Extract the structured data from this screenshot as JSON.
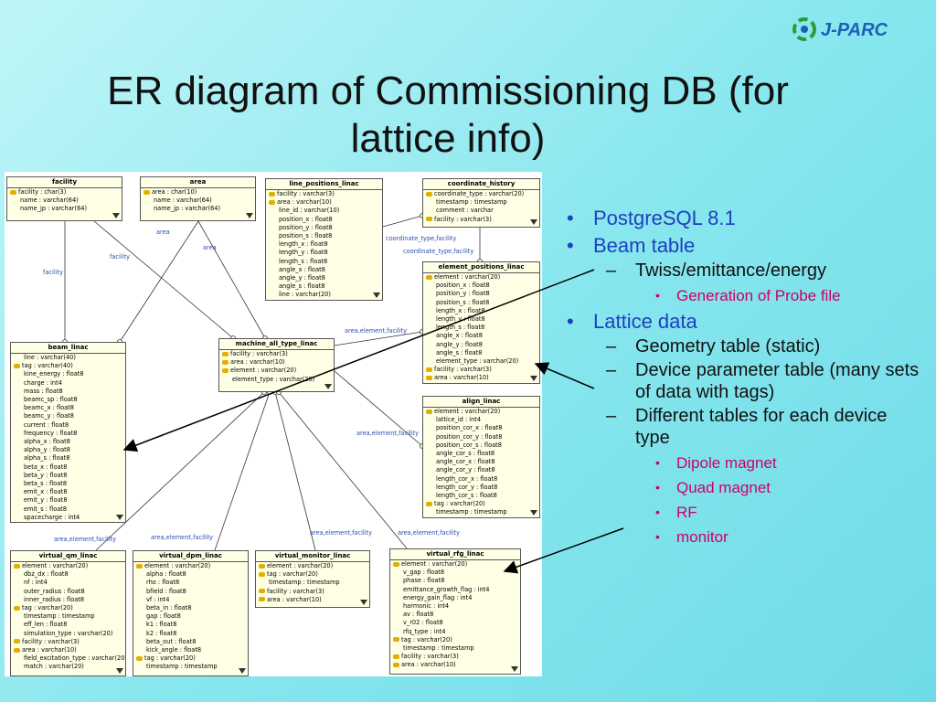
{
  "slide": {
    "title_line1": "ER diagram of Commissioning DB (for",
    "title_line2": "lattice info)",
    "logo_text": "J-PARC"
  },
  "entities": [
    {
      "id": "facility",
      "title": "facility",
      "rows": [
        [
          "k",
          "facility : char(3)"
        ],
        [
          "p",
          "name : varchar(64)"
        ],
        [
          "p",
          "name_jp : varchar(64)"
        ]
      ]
    },
    {
      "id": "area",
      "title": "area",
      "rows": [
        [
          "k",
          "area : char(10)"
        ],
        [
          "p",
          "name : varchar(64)"
        ],
        [
          "p",
          "name_jp : varchar(64)"
        ]
      ]
    },
    {
      "id": "line_positions_linac",
      "title": "line_positions_linac",
      "rows": [
        [
          "k",
          "facility : varchar(3)"
        ],
        [
          "k",
          "area : varchar(10)"
        ],
        [
          "p",
          "line_id : varchar(10)"
        ],
        [
          "p",
          "position_x : float8"
        ],
        [
          "p",
          "position_y : float8"
        ],
        [
          "p",
          "position_s : float8"
        ],
        [
          "p",
          "length_x : float8"
        ],
        [
          "p",
          "length_y : float8"
        ],
        [
          "p",
          "length_s : float8"
        ],
        [
          "p",
          "angle_x : float8"
        ],
        [
          "p",
          "angle_y : float8"
        ],
        [
          "p",
          "angle_s : float8"
        ],
        [
          "p",
          "line : varchar(20)"
        ]
      ]
    },
    {
      "id": "coordinate_history",
      "title": "coordinate_history",
      "rows": [
        [
          "k",
          "coordinate_type : varchar(20)"
        ],
        [
          "p",
          "timestamp : timestamp"
        ],
        [
          "p",
          "comment : varchar"
        ],
        [
          "k",
          "facility : varchar(3)"
        ]
      ]
    },
    {
      "id": "element_positions_linac",
      "title": "element_positions_linac",
      "rows": [
        [
          "k",
          "element : varchar(20)"
        ],
        [
          "p",
          "position_x : float8"
        ],
        [
          "p",
          "position_y : float8"
        ],
        [
          "p",
          "position_s : float8"
        ],
        [
          "p",
          "length_x : float8"
        ],
        [
          "p",
          "length_y : float8"
        ],
        [
          "p",
          "length_s : float8"
        ],
        [
          "p",
          "angle_x : float8"
        ],
        [
          "p",
          "angle_y : float8"
        ],
        [
          "p",
          "angle_s : float8"
        ],
        [
          "p",
          "element_type : varchar(20)"
        ],
        [
          "k",
          "facility : varchar(3)"
        ],
        [
          "k",
          "area : varchar(10)"
        ]
      ]
    },
    {
      "id": "beam_linac",
      "title": "beam_linac",
      "rows": [
        [
          "p",
          "line : varchar(40)"
        ],
        [
          "k",
          "tag : varchar(40)"
        ],
        [
          "p",
          "kine_energy : float8"
        ],
        [
          "p",
          "charge : int4"
        ],
        [
          "p",
          "mass : float8"
        ],
        [
          "p",
          "beamc_sp : float8"
        ],
        [
          "p",
          "beamc_x : float8"
        ],
        [
          "p",
          "beamc_y : float8"
        ],
        [
          "p",
          "current : float8"
        ],
        [
          "p",
          "frequency : float8"
        ],
        [
          "p",
          "alpha_x : float8"
        ],
        [
          "p",
          "alpha_y : float8"
        ],
        [
          "p",
          "alpha_s : float8"
        ],
        [
          "p",
          "beta_x : float8"
        ],
        [
          "p",
          "beta_y : float8"
        ],
        [
          "p",
          "beta_s : float8"
        ],
        [
          "p",
          "emit_x : float8"
        ],
        [
          "p",
          "emit_y : float8"
        ],
        [
          "p",
          "emit_s : float8"
        ],
        [
          "p",
          "spacecharge : int4"
        ]
      ]
    },
    {
      "id": "machine_all_type_linac",
      "title": "machine_all_type_linac",
      "rows": [
        [
          "k",
          "facility : varchar(3)"
        ],
        [
          "k",
          "area : varchar(10)"
        ],
        [
          "k",
          "element : varchar(20)"
        ],
        [
          "p",
          "element_type : varchar(20)"
        ]
      ]
    },
    {
      "id": "align_linac",
      "title": "align_linac",
      "rows": [
        [
          "k",
          "element : varchar(20)"
        ],
        [
          "p",
          "lattice_id : int4"
        ],
        [
          "p",
          "position_cor_x : float8"
        ],
        [
          "p",
          "position_cor_y : float8"
        ],
        [
          "p",
          "position_cor_s : float8"
        ],
        [
          "p",
          "angle_cor_s : float8"
        ],
        [
          "p",
          "angle_cor_x : float8"
        ],
        [
          "p",
          "angle_cor_y : float8"
        ],
        [
          "p",
          "length_cor_x : float8"
        ],
        [
          "p",
          "length_cor_y : float8"
        ],
        [
          "p",
          "length_cor_s : float8"
        ],
        [
          "k",
          "tag : varchar(20)"
        ],
        [
          "p",
          "timestamp : timestamp"
        ]
      ]
    },
    {
      "id": "virtual_qm_linac",
      "title": "virtual_qm_linac",
      "rows": [
        [
          "k",
          "element : varchar(20)"
        ],
        [
          "p",
          "dbz_dx : float8"
        ],
        [
          "p",
          "nf : int4"
        ],
        [
          "p",
          "outer_radius : float8"
        ],
        [
          "p",
          "inner_radius : float8"
        ],
        [
          "k",
          "tag : varchar(20)"
        ],
        [
          "p",
          "timestamp : timestamp"
        ],
        [
          "p",
          "eff_len : float8"
        ],
        [
          "p",
          "simulation_type : varchar(20)"
        ],
        [
          "k",
          "facility : varchar(3)"
        ],
        [
          "k",
          "area : varchar(10)"
        ],
        [
          "p",
          "field_excitation_type : varchar(20)"
        ],
        [
          "p",
          "match : varchar(20)"
        ]
      ]
    },
    {
      "id": "virtual_dpm_linac",
      "title": "virtual_dpm_linac",
      "rows": [
        [
          "k",
          "element : varchar(20)"
        ],
        [
          "p",
          "alpha : float8"
        ],
        [
          "p",
          "rho : float8"
        ],
        [
          "p",
          "bfield : float8"
        ],
        [
          "p",
          "vf : int4"
        ],
        [
          "p",
          "beta_in : float8"
        ],
        [
          "p",
          "gap : float8"
        ],
        [
          "p",
          "k1 : float8"
        ],
        [
          "p",
          "k2 : float8"
        ],
        [
          "p",
          "beta_out : float8"
        ],
        [
          "p",
          "kick_angle : float8"
        ],
        [
          "k",
          "tag : varchar(20)"
        ],
        [
          "p",
          "timestamp : timestamp"
        ]
      ]
    },
    {
      "id": "virtual_monitor_linac",
      "title": "virtual_monitor_linac",
      "rows": [
        [
          "k",
          "element : varchar(20)"
        ],
        [
          "k",
          "tag : varchar(20)"
        ],
        [
          "p",
          "timestamp : timestamp"
        ],
        [
          "k",
          "facility : varchar(3)"
        ],
        [
          "k",
          "area : varchar(10)"
        ]
      ]
    },
    {
      "id": "virtual_rfg_linac",
      "title": "virtual_rfg_linac",
      "rows": [
        [
          "k",
          "element : varchar(20)"
        ],
        [
          "p",
          "v_gap : float8"
        ],
        [
          "p",
          "phase : float8"
        ],
        [
          "p",
          "emittance_growth_flag : int4"
        ],
        [
          "p",
          "energy_gain_flag : int4"
        ],
        [
          "p",
          "harmonic : int4"
        ],
        [
          "p",
          "av : float8"
        ],
        [
          "p",
          "v_r02 : float8"
        ],
        [
          "p",
          "rfq_type : int4"
        ],
        [
          "k",
          "tag : varchar(20)"
        ],
        [
          "p",
          "timestamp : timestamp"
        ],
        [
          "k",
          "facility : varchar(3)"
        ],
        [
          "k",
          "area : varchar(10)"
        ]
      ]
    }
  ],
  "relation_labels": [
    "facility",
    "facility",
    "area",
    "area",
    "coordinate_type,facility",
    "coordinate_type,facility",
    "area,element,facility",
    "area,element,facility",
    "area,element,facility",
    "area,element,facility",
    "area,element,facility",
    "area,element,facility"
  ],
  "bullets": {
    "postgres": "PostgreSQL 8.1",
    "beam_table": "Beam table",
    "twiss": "Twiss/emittance/energy",
    "probe": "Generation of Probe file",
    "lattice": "Lattice data",
    "geometry": "Geometry table (static)",
    "device_param": "Device parameter table (many sets of data with tags)",
    "different_tables": "Different tables for each device type",
    "dipole": "Dipole magnet",
    "quad": "Quad magnet",
    "rf": "RF",
    "monitor": "monitor"
  },
  "colors": {
    "title": "#111111",
    "level1": "#1f3fbf",
    "level3": "#cc0066",
    "rel_label": "#2a4fb0",
    "entity_bg": "#ffffe6"
  }
}
